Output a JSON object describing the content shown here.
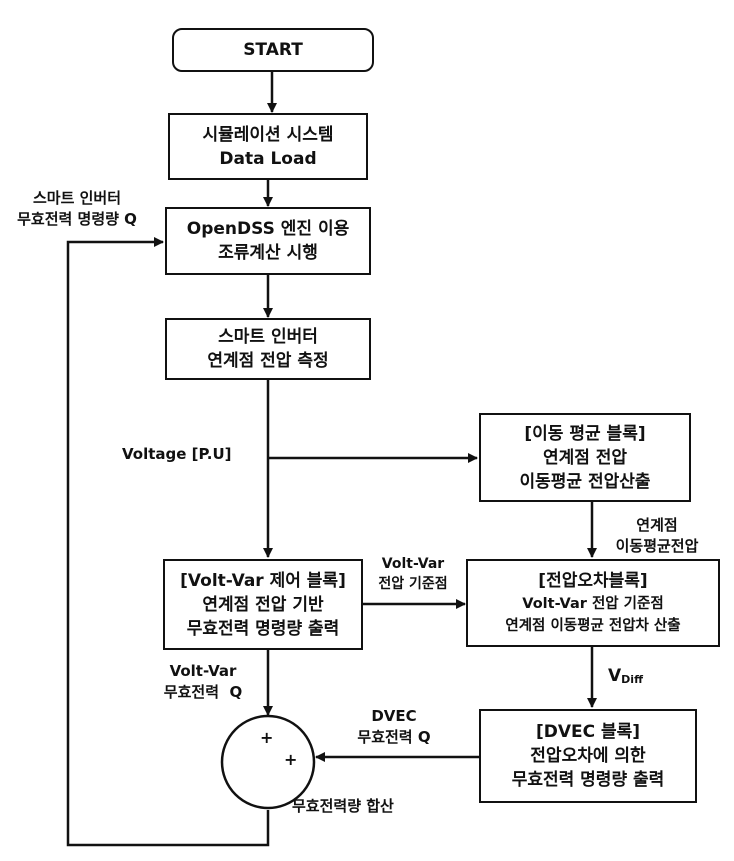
{
  "start": "START",
  "load_box": [
    "시뮬레이션 시스템",
    "Data Load"
  ],
  "opendss_box": [
    "OpenDSS 엔진 이용",
    "조류계산 시행"
  ],
  "measure_box": [
    "스마트 인버터",
    "연계점 전압 측정"
  ],
  "moving_avg_box": [
    "[이동 평균 블록]",
    "연계점 전압",
    "이동평균 전압산출"
  ],
  "voltvar_box": [
    "[Volt-Var 제어 블록]",
    "연계점 전압 기반",
    "무효전력 명령량 출력"
  ],
  "error_box": [
    "[전압오차블록]",
    "Volt-Var 전압 기준점",
    "연계점 이동평균 전압차 산출"
  ],
  "dvec_box": [
    "[DVEC 블록]",
    "전압오차에 의한",
    "무효전력 명령량 출력"
  ],
  "feedback_label": [
    "스마트 인버터",
    "무효전력 명령량 Q"
  ],
  "voltage_label": "Voltage [P.U]",
  "pcc_ma_label": [
    "연계점",
    "이동평균전압"
  ],
  "vv_ref_label": [
    "Volt-Var",
    "전압 기준점"
  ],
  "vdiff_label": {
    "main": "V",
    "sub": "Diff"
  },
  "vv_q_label": [
    "Volt-Var",
    "무효전력  Q"
  ],
  "dvec_q_label": [
    "DVEC",
    "무효전력 Q"
  ],
  "sum_label": "무효전력량 합산",
  "sum_signs": [
    "+",
    "+"
  ]
}
